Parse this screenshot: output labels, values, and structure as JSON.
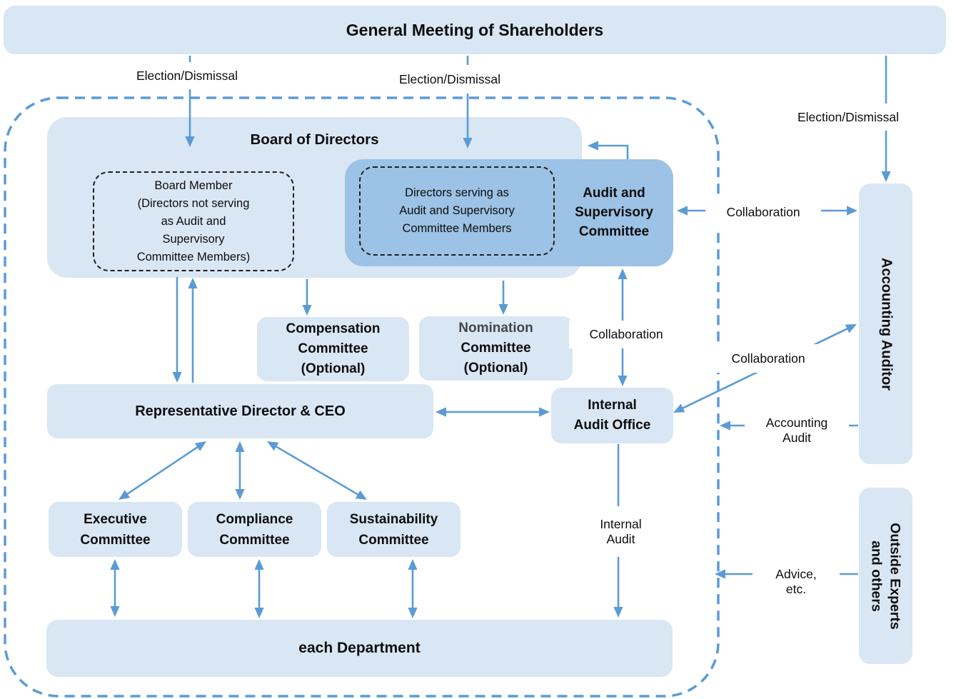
{
  "colors": {
    "light_box": "#d9e6f4",
    "committee_box": "#9cc2e5",
    "arrow": "#5b9bd5",
    "boundary_dash": "#5b9bd5",
    "label_bg": "#ffffff",
    "text": "#0e0e0e",
    "nomination_word": "#45474c"
  },
  "banner": {
    "title": "General Meeting of Shareholders"
  },
  "governance": {
    "board": {
      "title": "Board of Directors",
      "board_member": {
        "lines": [
          "Board Member",
          "(Directors not serving",
          "as Audit and",
          "Supervisory",
          "Committee Members)"
        ]
      },
      "audit_committee": {
        "label_lines": [
          "Audit and",
          "Supervisory",
          "Committee"
        ],
        "members": {
          "lines": [
            "Directors serving as",
            "Audit and Supervisory",
            "Committee Members"
          ]
        }
      }
    },
    "compensation_committee": {
      "lines": [
        "Compensation",
        "Committee",
        "(Optional)"
      ]
    },
    "nomination_committee": {
      "lines": [
        "Nomination",
        "Committee",
        "(Optional)"
      ]
    },
    "ceo": {
      "label": "Representative Director & CEO"
    },
    "internal_audit_office": {
      "lines": [
        "Internal",
        "Audit Office"
      ]
    },
    "executive_committee": {
      "lines": [
        "Executive",
        "Committee"
      ]
    },
    "compliance_committee": {
      "lines": [
        "Compliance",
        "Committee"
      ]
    },
    "sustainability_committee": {
      "lines": [
        "Sustainability",
        "Committee"
      ]
    },
    "department": {
      "label": "each Department"
    }
  },
  "external": {
    "accounting_auditor": {
      "label": "Accounting Auditor"
    },
    "outside_experts": {
      "lines": [
        "Outside Experts",
        "and others"
      ]
    }
  },
  "edge_labels": {
    "election_dismissal_1": "Election/Dismissal",
    "election_dismissal_2": "Election/Dismissal",
    "election_dismissal_3": "Election/Dismissal",
    "collaboration_top": "Collaboration",
    "collaboration_mid": "Collaboration",
    "collaboration_low": "Collaboration",
    "accounting_audit": {
      "lines": [
        "Accounting",
        "Audit"
      ]
    },
    "internal_audit": {
      "lines": [
        "Internal",
        "Audit"
      ]
    },
    "advice": {
      "lines": [
        "Advice,",
        "etc."
      ]
    }
  }
}
